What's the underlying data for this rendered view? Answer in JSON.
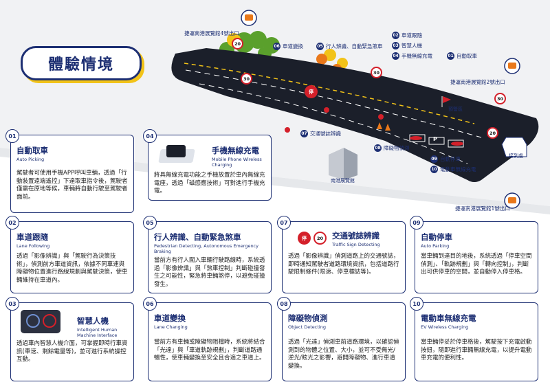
{
  "header": {
    "title": "體驗情境"
  },
  "map": {
    "exits": {
      "exit4": "捷運南港展覽館4號出口",
      "exit2": "捷運南港展覽館2號出口",
      "exit1": "捷運南港展覽館1號出口"
    },
    "labels": {
      "warning": "預警區",
      "parking_p": "P",
      "garage": "接到處",
      "building": "南港展覽館"
    },
    "speed_signs": [
      "20",
      "30",
      "30",
      "30",
      "20"
    ],
    "stop_sign": "停",
    "legend": [
      {
        "num": "06",
        "text": "車道變換"
      },
      {
        "num": "05",
        "text": "行人辨識、自動緊急煞車"
      },
      {
        "num": "02",
        "text": "車道跟隨"
      },
      {
        "num": "03",
        "text": "智慧人機"
      },
      {
        "num": "04",
        "text": "手機無線充電"
      },
      {
        "num": "01",
        "text": "自動取車"
      },
      {
        "num": "07",
        "text": "交通號誌辨識"
      },
      {
        "num": "08",
        "text": "障礙物偵測"
      },
      {
        "num": "09",
        "text": "自動停車"
      },
      {
        "num": "10",
        "text": "電動車無線充電"
      }
    ]
  },
  "cards": [
    {
      "num": "01",
      "title": "自動取車",
      "sub": "Auto Picking",
      "body": "駕駛者可使用手機APP呼叫車輛，透過「行動裝置遠端遙控」下達取車指令後，駕駛者僅需在原地等候，車輛將自動行駛至駕駛者面前。"
    },
    {
      "num": "02",
      "title": "車道跟隨",
      "sub": "Lane Following",
      "body": "透過「影像辨識」與「駕駛行為決策技術」，偵測前方車道資訊，依據不同車速與障礙物位置進行路線規劃與駕駛決策，使車輛維持在車道內。"
    },
    {
      "num": "03",
      "title": "智慧人機",
      "sub": "Intelligent Human Machine Interface",
      "body": "透過車內智慧人機介面，可掌握即時行車資訊(車速、剩餘電量等)，並可進行系統操控互動。"
    },
    {
      "num": "04",
      "title": "手機無線充電",
      "sub": "Mobile Phone Wireless Charging",
      "body": "將具無線充電功能之手機放置於車內無線充電座，透過「磁感應技術」可對進行手機充電。"
    },
    {
      "num": "05",
      "title": "行人辨識、自動緊急煞車",
      "sub": "Pedestrian Detecting, Autonomous Emergency Braking",
      "body": "當前方有行人闖入車輛行駛路線時，系統透過「影像辨識」與「煞車控制」判斷碰撞發生之可能性，緊急將車輛煞停，以避免碰撞發生。"
    },
    {
      "num": "06",
      "title": "車道變換",
      "sub": "Lane Changing",
      "body": "當前方有車輛或障礙物阻檔時，系統將結合「光達」與「車道軌跡規劃」，判斷道路通暢性，使車輛變換至安全且合適之車道上。"
    },
    {
      "num": "07",
      "title": "交通號誌辨識",
      "sub": "Traffic Sign Detecting",
      "body": "透過「影像辨識」偵測道路上的交通號誌，即時通知駕駛者道路環境資訊，包括道路行駛限制條件(限速、停車標誌等)。",
      "signs": [
        "停",
        "20"
      ]
    },
    {
      "num": "08",
      "title": "障礙物偵測",
      "sub": "Object Detecting",
      "body": "透過「光達」偵測車前道路環境，以確認偵測到的物體之位置、大小，並可不受無光/逆光/眩光之影響，避開障礙物、進行車道變換。"
    },
    {
      "num": "09",
      "title": "自動停車",
      "sub": "Auto Parking",
      "body": "當車輛到達目的地後，系統透過「停車空間偵測」、「軌跡規劃」與「轉向控制」，判斷出可供停車的空間，並自動停入停車格。"
    },
    {
      "num": "10",
      "title": "電動車無線充電",
      "sub": "EV Wireless Charging",
      "body": "當車輛停妥於停車格後，駕駛按下充電啟動按鈕，隨即進行車輛無線充電，以提升電動車充電的便利性。"
    }
  ]
}
